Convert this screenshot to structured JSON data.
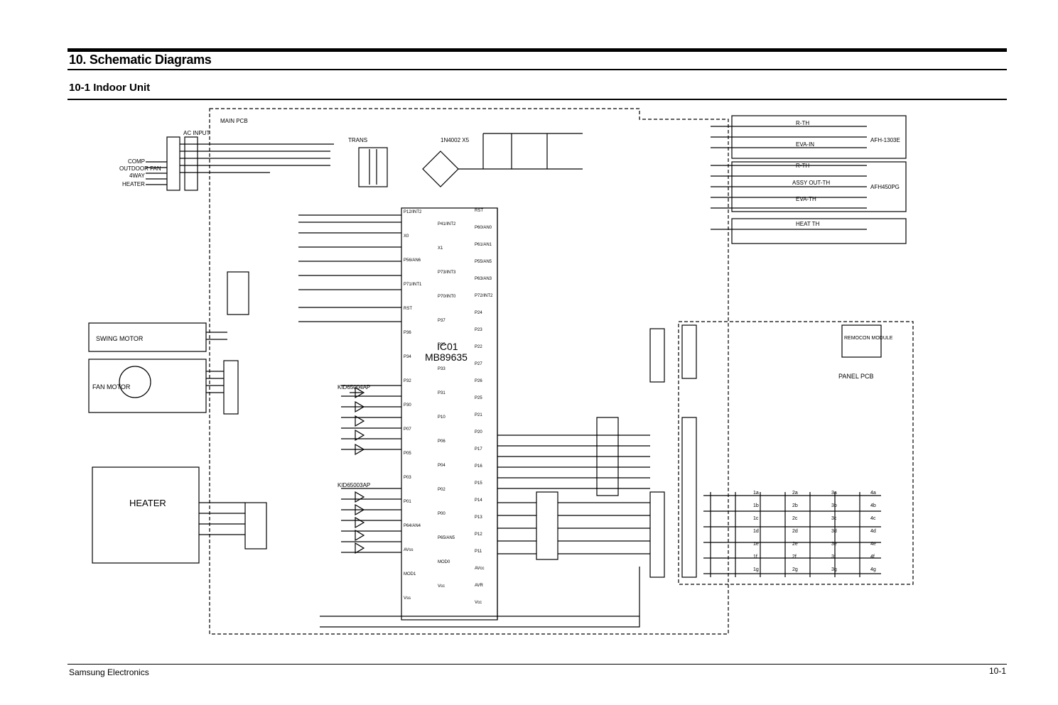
{
  "header": {
    "title": "10. Schematic Diagrams",
    "subtitle": "10-1 Indoor Unit"
  },
  "footer": {
    "company": "Samsung Electronics",
    "page": "10-1"
  },
  "diagram": {
    "main_pcb": "MAIN PCB",
    "main_ic": "IC01",
    "main_ic_part": "MB89635",
    "ac_input": "AC INPUT",
    "left_terminals": [
      "COMP",
      "OUTDOOR FAN",
      "4WAY",
      "HEATER"
    ],
    "swing_motor": "SWING MOTOR",
    "fan_motor": "FAN MOTOR",
    "heater": "HEATER",
    "thermistors": [
      "R-TH",
      "EVA-IN",
      "R-TH",
      "ASSY OUT-TH",
      "EVA-TH",
      "HEAT TH"
    ],
    "sensor_models": [
      "AFH-1303E",
      "AFH450PG"
    ],
    "remocon": "REMOCON MODULE",
    "panel_pcb": "PANEL PCB",
    "ic_driver_1": "KID65003AP",
    "ic_driver_2": "KID65004AP",
    "transformer": "TRANS",
    "bridge": "1N4002 X5",
    "display_keys": [
      "1a",
      "2a",
      "3a",
      "4a",
      "1b",
      "2b",
      "3b",
      "4b",
      "1c",
      "2c",
      "3c",
      "4c",
      "1d",
      "2d",
      "3d",
      "4d",
      "1e",
      "2e",
      "3e",
      "4e",
      "1f",
      "2f",
      "3f",
      "4f",
      "1g",
      "2g",
      "3g",
      "4g"
    ],
    "pin_labels_left": [
      "P12/INT2",
      "P41/INT2",
      "X0",
      "X1",
      "P56/AN6",
      "P73/INT3",
      "P71/INT1",
      "P70/INT0",
      "RST",
      "P37",
      "P36",
      "P35",
      "P34",
      "P33",
      "P32",
      "P31",
      "P30",
      "P10",
      "P07",
      "P06",
      "P05",
      "P04",
      "P03",
      "P02",
      "P01",
      "P00",
      "P64/AN4",
      "P65/AN5",
      "AVss",
      "MOD0",
      "MOD1",
      "Vcc",
      "Vss"
    ],
    "pin_labels_right": [
      "RST",
      "P60/AN0",
      "P61/AN1",
      "P55/AN5",
      "P63/AN3",
      "P72/INT2",
      "P24",
      "P23",
      "P22",
      "P27",
      "P26",
      "P25",
      "P21",
      "P20",
      "P17",
      "P16",
      "P15",
      "P14",
      "P13",
      "P12",
      "P11",
      "AVcc",
      "AVR",
      "Vcc"
    ]
  }
}
